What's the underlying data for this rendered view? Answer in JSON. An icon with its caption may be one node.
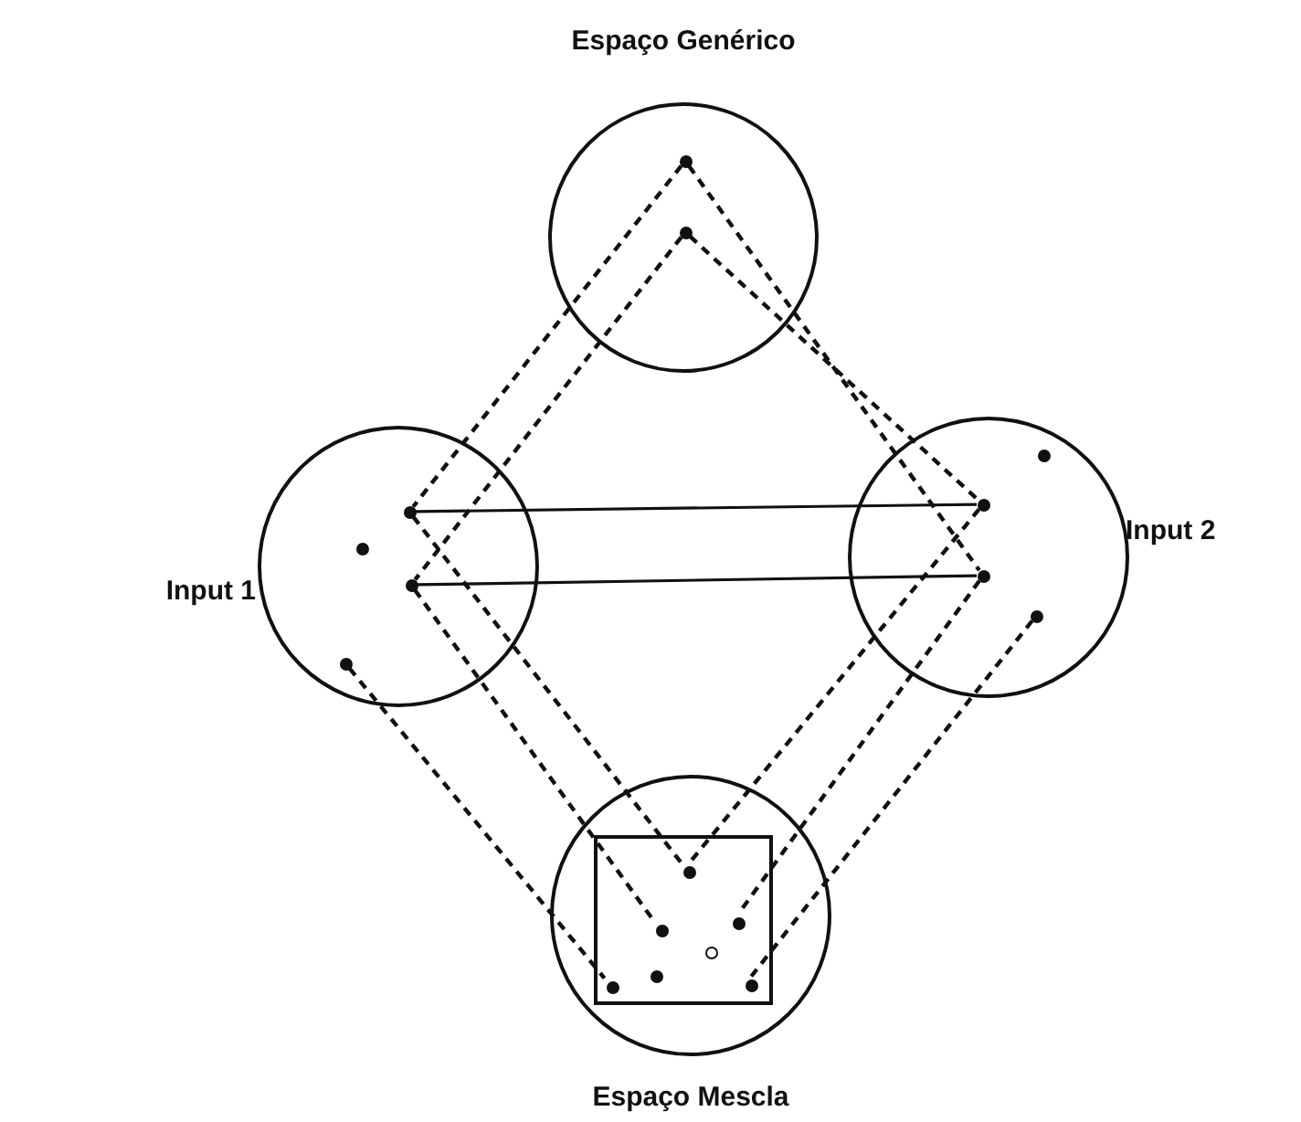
{
  "diagram": {
    "nodes": [
      {
        "text": [
          "Espaço Genérico"
        ]
      },
      {
        "text": [],
        "shape": "dot",
        "in": 0
      },
      {
        "text": [],
        "shape": "dot",
        "in": 0
      },
      {
        "text": [
          "Input 1"
        ]
      },
      {
        "text": [],
        "shape": "dot",
        "in": 3
      },
      {
        "text": [],
        "shape": "dot",
        "in": 3
      },
      {
        "text": [],
        "shape": "dot",
        "in": 3
      },
      {
        "text": [],
        "shape": "dot",
        "in": 3
      },
      {
        "text": [
          "Input 2"
        ]
      },
      {
        "text": [],
        "shape": "dot",
        "in": 8
      },
      {
        "text": [],
        "shape": "dot",
        "in": 8
      },
      {
        "text": [],
        "shape": "dot",
        "in": 8
      },
      {
        "text": [],
        "shape": "dot",
        "in": 8
      },
      {
        "text": [
          "Espaço Mescla"
        ]
      },
      {
        "text": [],
        "shape": "box",
        "in": 13
      },
      {
        "text": [],
        "shape": "dot",
        "in": 14
      },
      {
        "text": [],
        "shape": "dot",
        "in": 14
      },
      {
        "text": [],
        "shape": "dot",
        "in": 14
      },
      {
        "text": [],
        "shape": "circle",
        "in": 14
      },
      {
        "text": [],
        "shape": "dot",
        "in": 14
      },
      {
        "text": [],
        "shape": "dot",
        "in": 14
      },
      {
        "text": [],
        "shape": "dot",
        "in": 14
      }
    ],
    "edges": [
      {
        "from": 4,
        "to": 10,
        "arrow": "none"
      },
      {
        "from": 6,
        "to": 11,
        "arrow": "none"
      },
      {
        "from": 1,
        "to": 4,
        "arrow": "none",
        "style": "dashed"
      },
      {
        "from": 2,
        "to": 6,
        "arrow": "none",
        "style": "dashed"
      },
      {
        "from": 1,
        "to": 11,
        "arrow": "none",
        "style": "dashed"
      },
      {
        "from": 2,
        "to": 10,
        "arrow": "none",
        "style": "dashed"
      },
      {
        "from": 4,
        "to": 15,
        "arrow": "none",
        "style": "dashed"
      },
      {
        "from": 6,
        "to": 16,
        "arrow": "none",
        "style": "dashed"
      },
      {
        "from": 7,
        "to": 21,
        "arrow": "none",
        "style": "dashed"
      },
      {
        "from": 10,
        "to": 15,
        "arrow": "none",
        "style": "dashed"
      },
      {
        "from": 11,
        "to": 17,
        "arrow": "none",
        "style": "dashed"
      },
      {
        "from": 12,
        "to": 20,
        "arrow": "none",
        "style": "dashed"
      }
    ]
  }
}
